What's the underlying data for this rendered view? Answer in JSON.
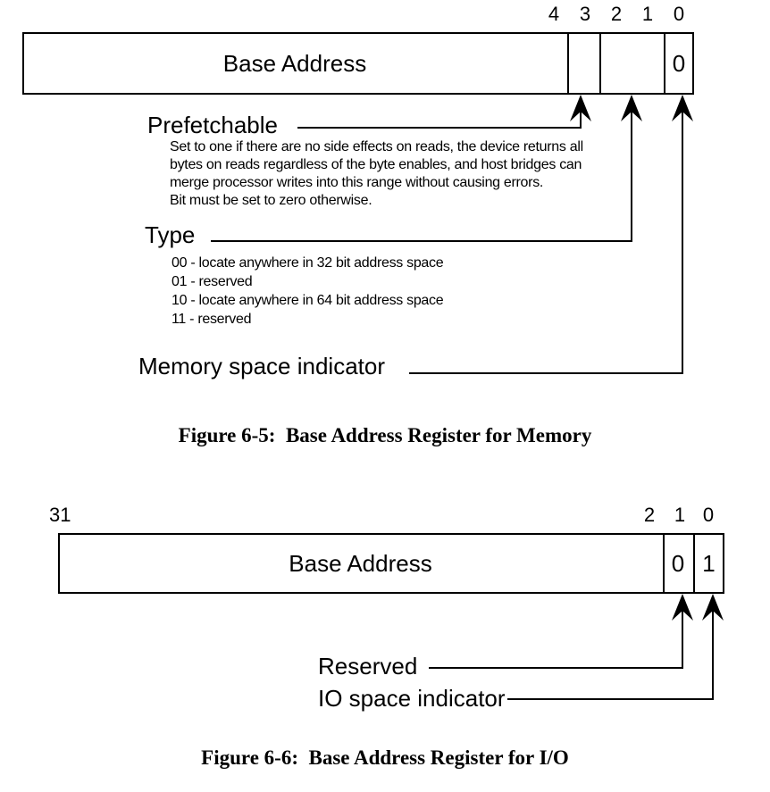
{
  "figure_memory": {
    "bit_labels": [
      "4",
      "3",
      "2",
      "1",
      "0"
    ],
    "register": {
      "base_field_label": "Base Address",
      "bit0_value": "0"
    },
    "prefetchable": {
      "label": "Prefetchable",
      "description_lines": [
        "Set to one if there are no side effects on reads, the device returns all",
        "bytes on reads regardless of the byte enables, and host bridges can",
        "merge processor writes into this range without causing errors.",
        "Bit must be set to zero otherwise."
      ]
    },
    "type": {
      "label": "Type",
      "options": [
        "00 - locate anywhere in 32 bit address space",
        "01 - reserved",
        "10 - locate anywhere in 64 bit address space",
        "11 - reserved"
      ]
    },
    "memory_space": {
      "label": "Memory space indicator"
    },
    "caption": "Figure 6-5:  Base Address Register for Memory"
  },
  "figure_io": {
    "bit31_label": "31",
    "bit_labels": [
      "2",
      "1",
      "0"
    ],
    "register": {
      "base_field_label": "Base Address",
      "bit1_value": "0",
      "bit0_value": "1"
    },
    "reserved": {
      "label": "Reserved"
    },
    "io_space": {
      "label": "IO space indicator"
    },
    "caption": "Figure 6-6:  Base Address Register for I/O"
  },
  "colors": {
    "line": "#000000",
    "background": "#ffffff"
  }
}
